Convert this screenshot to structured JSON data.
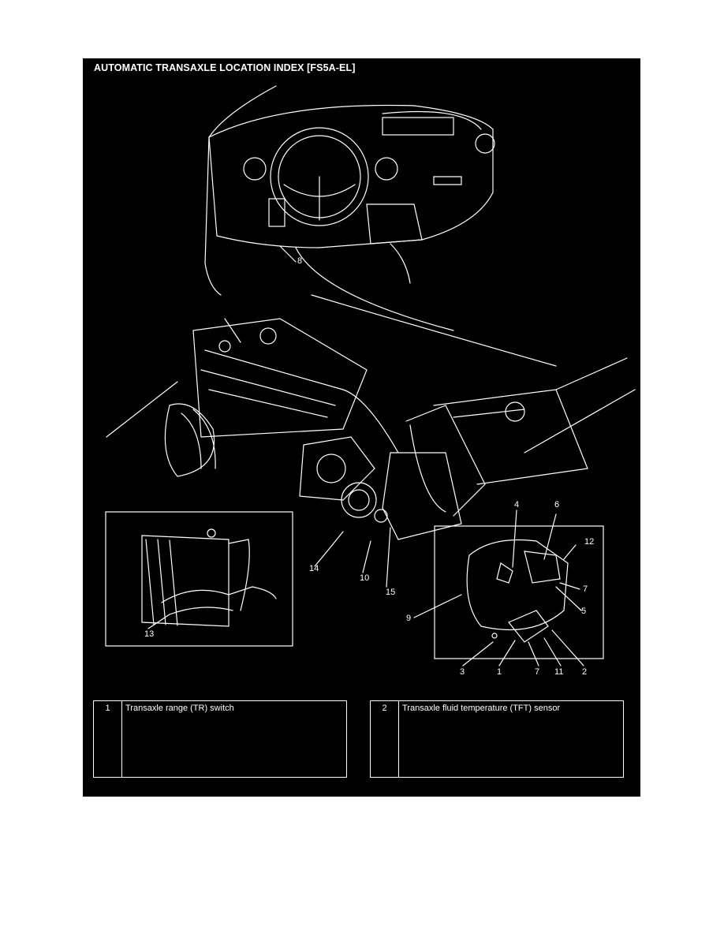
{
  "page": {
    "title": "AUTOMATIC TRANSAXLE LOCATION INDEX [FS5A-EL]"
  },
  "callouts": [
    "1",
    "2",
    "3",
    "4",
    "5",
    "6",
    "7",
    "7",
    "8",
    "9",
    "10",
    "11",
    "12",
    "13",
    "14",
    "15"
  ],
  "legend": [
    {
      "number": "1",
      "label": "Transaxle range (TR) switch"
    },
    {
      "number": "2",
      "label": "Transaxle fluid temperature (TFT) sensor"
    }
  ],
  "colors": {
    "background": "#000000",
    "linework": "#ffffff",
    "page": "#ffffff"
  }
}
